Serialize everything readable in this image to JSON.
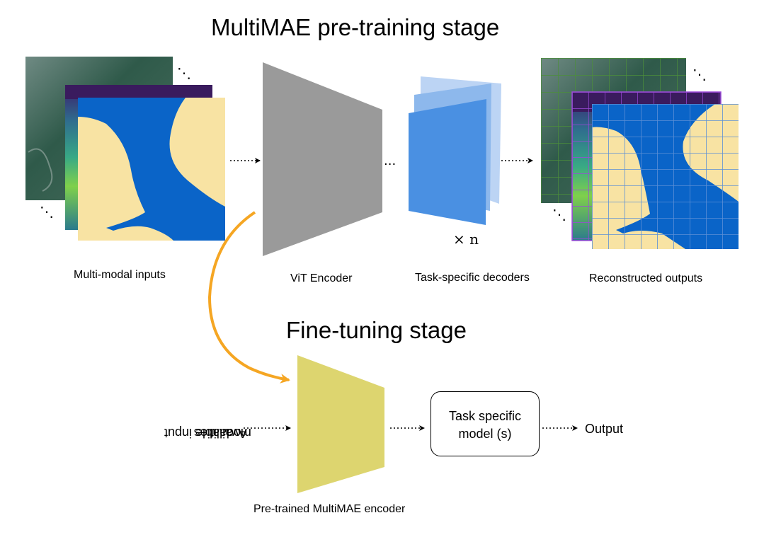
{
  "titles": {
    "pretraining": "MultiMAE pre-training stage",
    "finetuning": "Fine-tuning stage"
  },
  "captions": {
    "inputs": "Multi-modal inputs",
    "encoder": "ViT Encoder",
    "decoders": "Task-specific decoders",
    "outputs": "Reconstructed outputs",
    "pretrained_encoder": "Pre-trained MultiMAE encoder"
  },
  "decoder_multiplier": "× n",
  "finetune": {
    "inputs_line1": "Available input",
    "inputs_line2": "modalities",
    "task_model_line1": "Task specific",
    "task_model_line2": "model (s)",
    "output": "Output"
  },
  "ellipsis": {
    "diagonal": "⋱",
    "horizontal": "···"
  },
  "colors": {
    "encoder_gray": "#9a9a9a",
    "decoder_blue": "#4a90e2",
    "water_blue": "#0a64c8",
    "land_sand": "#f8e3a3",
    "finetune_encoder": "#ddd56f",
    "transfer_arrow": "#f5a623",
    "grid_line": "#5b8fd6"
  }
}
